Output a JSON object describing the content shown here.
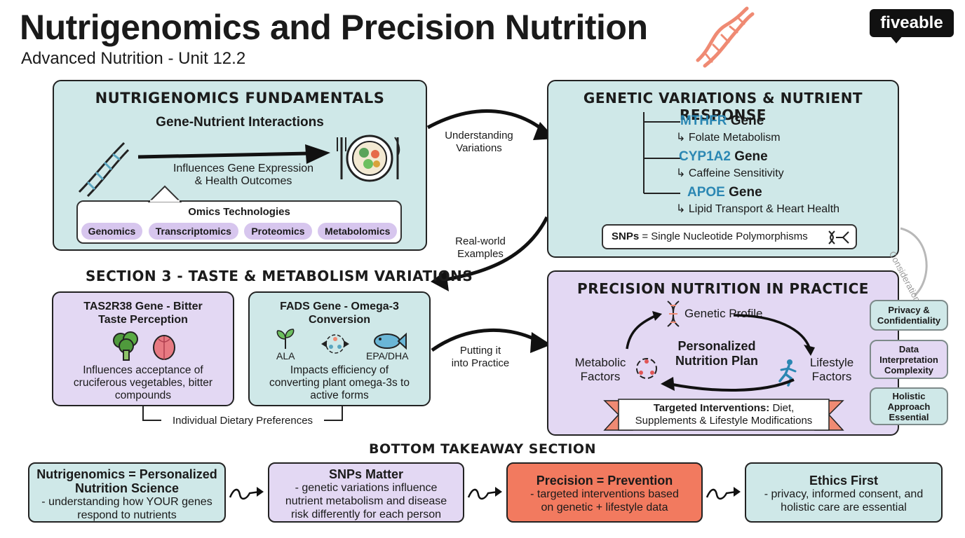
{
  "header": {
    "title": "Nutrigenomics and Precision Nutrition",
    "subtitle": "Advanced Nutrition - Unit 12.2",
    "logo": "fiveable"
  },
  "fundamentals": {
    "heading": "NUTRIGENOMICS FUNDAMENTALS",
    "subheading": "Gene-Nutrient Interactions",
    "arrow_text_1": "Influences Gene Expression",
    "arrow_text_2": "& Health Outcomes",
    "omics_title": "Omics Technologies",
    "omics": [
      "Genomics",
      "Transcriptomics",
      "Proteomics",
      "Metabolomics"
    ]
  },
  "connectors": {
    "understanding_1": "Understanding",
    "understanding_2": "Variations",
    "realworld_1": "Real-world",
    "realworld_2": "Examples",
    "putting_1": "Putting it",
    "putting_2": "into Practice",
    "considerations": "Considerations"
  },
  "variations": {
    "heading": "GENETIC VARIATIONS & NUTRIENT RESPONSE",
    "genes": [
      {
        "code": "MTHFR",
        "word": "Gene",
        "effect": "Folate Metabolism"
      },
      {
        "code": "CYP1A2",
        "word": "Gene",
        "effect": "Caffeine Sensitivity"
      },
      {
        "code": "APOE",
        "word": "Gene",
        "effect": "Lipid Transport & Heart Health"
      }
    ],
    "snps_bold": "SNPs",
    "snps_text": " = Single Nucleotide Polymorphisms"
  },
  "section3": {
    "heading": "SECTION 3 - TASTE & METABOLISM VARIATIONS",
    "tas_title_1": "TAS2R38 Gene - Bitter",
    "tas_title_2": "Taste Perception",
    "tas_desc_1": "Influences acceptance of",
    "tas_desc_2": "cruciferous vegetables, bitter",
    "tas_desc_3": "compounds",
    "fads_title_1": "FADS Gene - Omega-3",
    "fads_title_2": "Conversion",
    "fads_ala": "ALA",
    "fads_epa": "EPA/DHA",
    "fads_desc_1": "Impacts efficiency of",
    "fads_desc_2": "converting plant omega-3s to",
    "fads_desc_3": "active forms",
    "bracket_label": "Individual Dietary Preferences"
  },
  "practice": {
    "heading": "PRECISION NUTRITION IN PRACTICE",
    "genetic_profile": "Genetic Profile",
    "plan_1": "Personalized",
    "plan_2": "Nutrition Plan",
    "metabolic_1": "Metabolic",
    "metabolic_2": "Factors",
    "lifestyle_1": "Lifestyle",
    "lifestyle_2": "Factors",
    "targeted_bold": "Targeted Interventions:",
    "targeted_text": " Diet,",
    "targeted_line2": "Supplements & Lifestyle Modifications"
  },
  "considerations": [
    {
      "line1": "Privacy &",
      "line2": "Confidentiality",
      "line3": ""
    },
    {
      "line1": "Data",
      "line2": "Interpretation",
      "line3": "Complexity"
    },
    {
      "line1": "Holistic",
      "line2": "Approach",
      "line3": "Essential"
    }
  ],
  "bottom": {
    "heading": "BOTTOM TAKEAWAY SECTION",
    "cards": [
      {
        "title_1": "Nutrigenomics = Personalized",
        "title_2": "Nutrition Science",
        "text_1": "- understanding how YOUR genes",
        "text_2": "respond to nutrients",
        "text_3": ""
      },
      {
        "title_1": "SNPs Matter",
        "title_2": "",
        "text_1": "- genetic variations influence",
        "text_2": "nutrient metabolism and disease",
        "text_3": "risk differently for each person"
      },
      {
        "title_1": "Precision = Prevention",
        "title_2": "",
        "text_1": "- targeted interventions based",
        "text_2": "on genetic + lifestyle data",
        "text_3": ""
      },
      {
        "title_1": "Ethics First",
        "title_2": "",
        "text_1": "- privacy, informed consent, and",
        "text_2": "holistic care are essential",
        "text_3": ""
      }
    ]
  },
  "colors": {
    "teal_fill": "#cfe8e8",
    "lavender_fill": "#e3d8f3",
    "coral_fill": "#f27a5f",
    "gene_blue": "#2b87b3",
    "dna_coral": "#ef8a73"
  }
}
